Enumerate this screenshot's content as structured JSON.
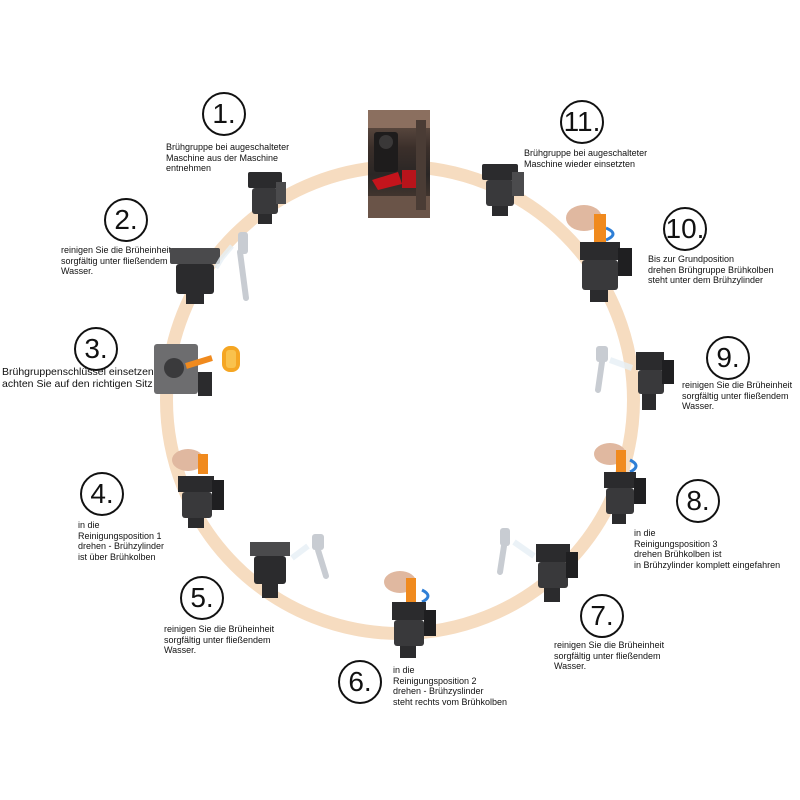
{
  "steps": [
    {
      "number": "1.",
      "text": "Brühgruppe bei  augeschalteter\nMaschine aus der Maschine\n entnehmen"
    },
    {
      "number": "2.",
      "text": "reinigen Sie die Brüheinheit\nsorgfältig unter fließendem\nWasser."
    },
    {
      "number": "3.",
      "text": "Brühgruppenschlüssel einsetzen\nachten Sie auf den richtigen Sitz"
    },
    {
      "number": "4.",
      "text": "in die\nReinigungsposition 1\ndrehen - Brühzylinder\n ist über Brühkolben"
    },
    {
      "number": "5.",
      "text": "reinigen Sie die Brüheinheit\nsorgfältig unter fließendem\nWasser."
    },
    {
      "number": "6.",
      "text": "in die\nReinigungsposition 2\ndrehen - Brühzyslinder\nsteht rechts vom Brühkolben"
    },
    {
      "number": "7.",
      "text": "reinigen Sie die Brüheinheit\nsorgfältig unter fließendem\nWasser."
    },
    {
      "number": "8.",
      "text": "in die\nReinigungsposition 3\ndrehen Brühkolben ist\nin Brühzylinder komplett eingefahren"
    },
    {
      "number": "9.",
      "text": "reinigen Sie die Brüheinheit\nsorgfältig unter fließendem\nWasser."
    },
    {
      "number": "10.",
      "text": "Bis zur Grundposition\ndrehen Brühgruppe Brühkolben\nsteht unter dem Brühzylinder"
    },
    {
      "number": "11.",
      "text": "Brühgruppe bei  augeschalteter\nMaschine wieder einsetzten"
    }
  ],
  "colors": {
    "ring": "#f6dcc0",
    "device": "#2b2b2d",
    "key_orange": "#f08a1e",
    "turn_arrow": "#2f7fd6",
    "tap_chrome": "#c8ccd2"
  }
}
